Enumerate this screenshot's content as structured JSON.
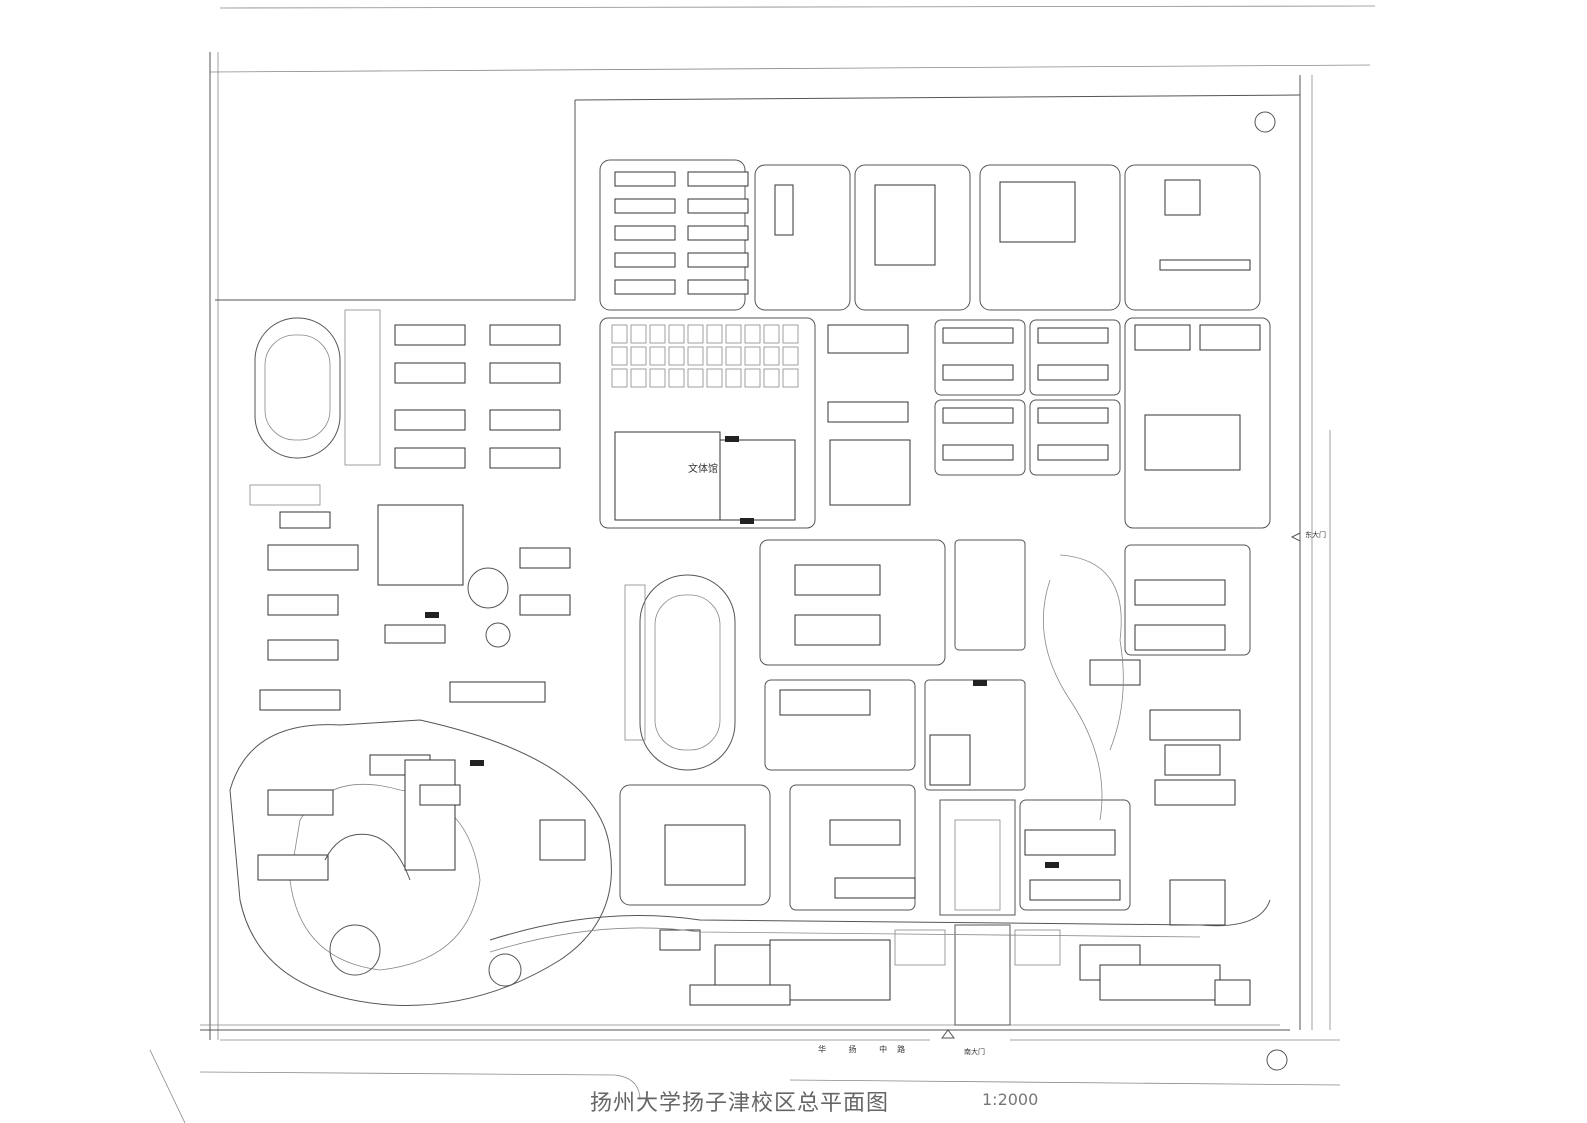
{
  "drawing": {
    "title": "扬州大学扬子津校区总平面图",
    "scale": "1:2000",
    "road_name": "华 扬 中路",
    "gates": {
      "south": "南大门",
      "east": "东大门"
    },
    "buildings": {
      "gymnasium": "文体馆"
    }
  }
}
